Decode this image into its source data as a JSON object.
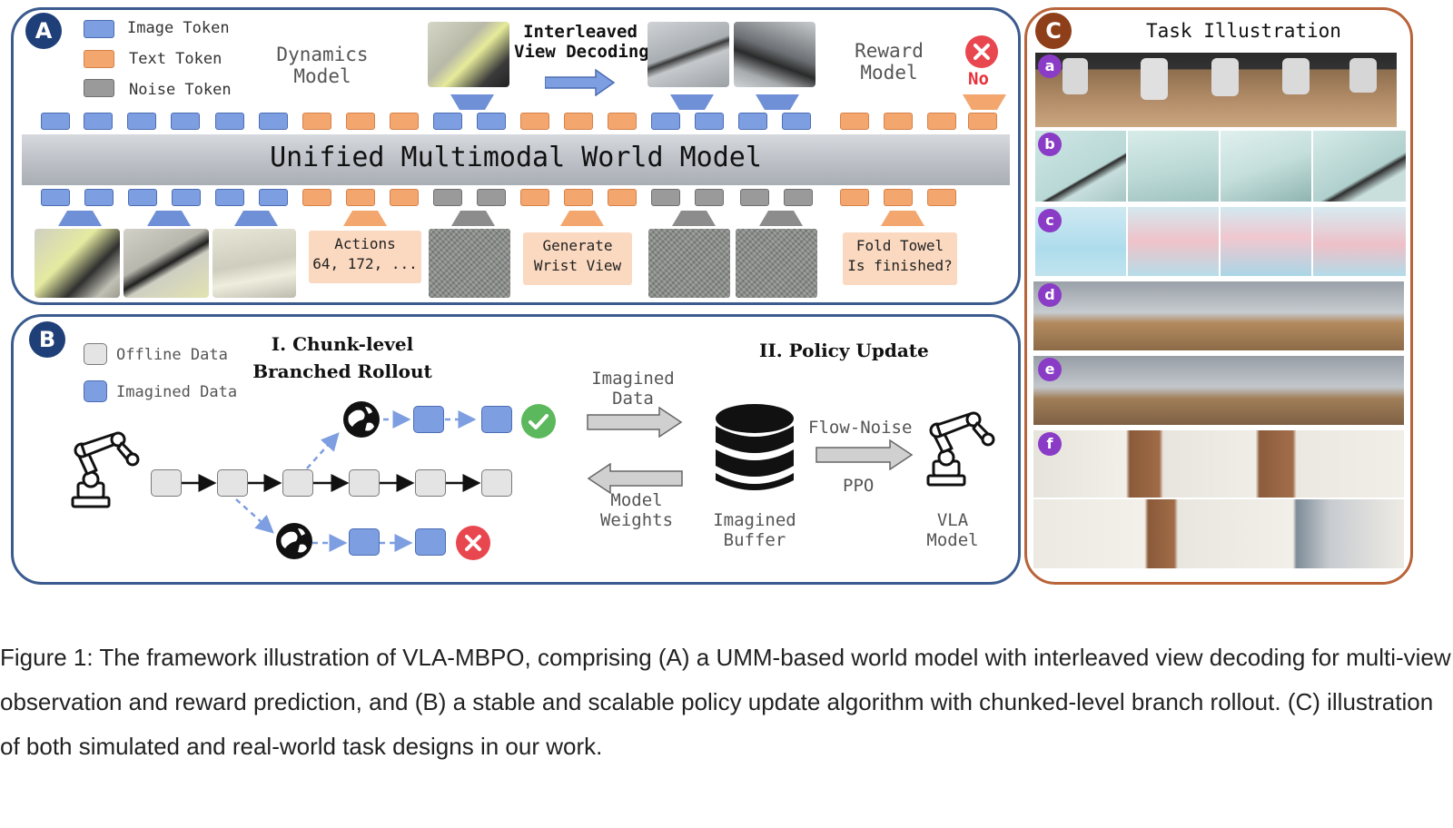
{
  "panel_a": {
    "badge": "A",
    "legend": [
      {
        "label": "Image Token",
        "kind": "img"
      },
      {
        "label": "Text Token",
        "kind": "txt"
      },
      {
        "label": "Noise Token",
        "kind": "noi"
      }
    ],
    "dynamics_model": "Dynamics\nModel",
    "interleaved": "Interleaved\nView Decoding",
    "reward_model": "Reward\nModel",
    "no_label": "No",
    "umm_title": "Unified Multimodal World Model",
    "actions_box": "Actions\n64, 172, ...",
    "generate_box": "Generate\nWrist View",
    "fold_box": "Fold Towel\nIs finished?"
  },
  "panel_b": {
    "badge": "B",
    "legend": [
      {
        "label": "Offline Data",
        "kind": "off"
      },
      {
        "label": "Imagined Data",
        "kind": "im"
      }
    ],
    "rollout_title": "I. Chunk-level\nBranched Rollout",
    "policy_title": "II. Policy Update",
    "imagined_data": "Imagined\nData",
    "model_weights": "Model\nWeights",
    "imagined_buffer": "Imagined\nBuffer",
    "flow_noise": "Flow-Noise",
    "ppo": "PPO",
    "vla_model": "VLA\nModel"
  },
  "panel_c": {
    "badge": "C",
    "title": "Task Illustration",
    "rows": [
      "a",
      "b",
      "c",
      "d",
      "e",
      "f"
    ]
  },
  "caption": "Figure 1: The framework illustration of VLA-MBPO, comprising (A) a UMM-based world model with interleaved view decoding for multi-view observation and reward prediction, and (B) a stable and scalable policy update algorithm with chunked-level branch rollout. (C) illustration of both simulated and real-world task designs in our work.",
  "colors": {
    "panel_border": "#3b5b8f",
    "panel_c_border": "#b8643a",
    "image_token": "#7d9ee0",
    "text_token": "#f3a66d",
    "noise_token": "#9a9a9a",
    "success": "#5cb85c",
    "failure": "#e8474f"
  }
}
